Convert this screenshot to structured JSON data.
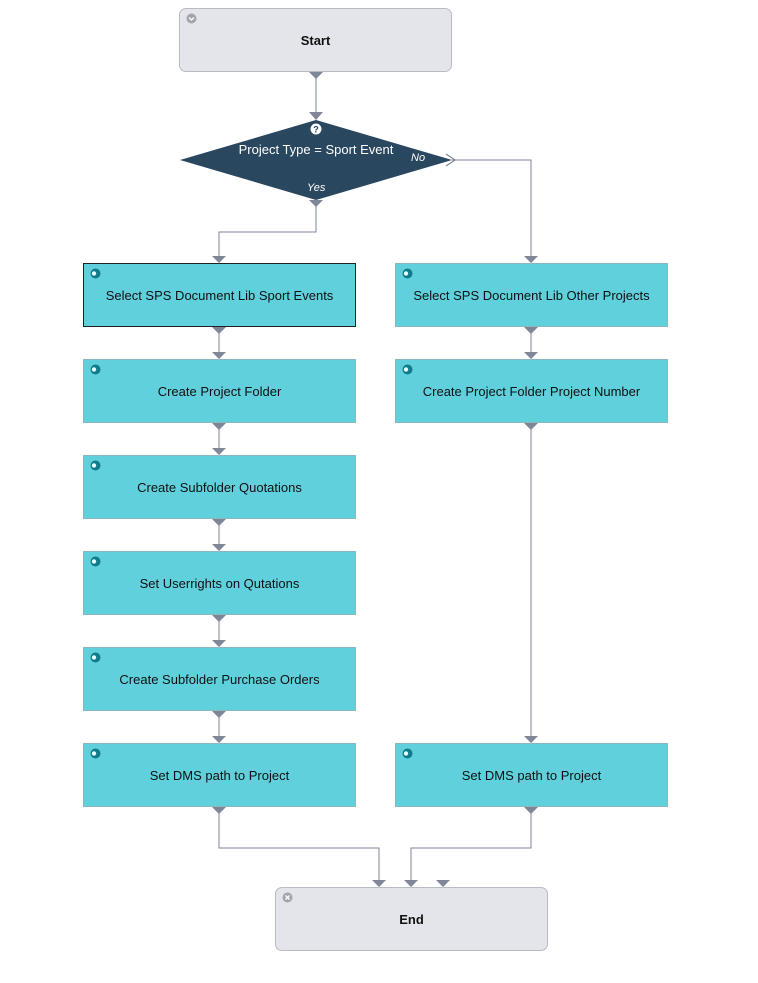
{
  "nodes": {
    "start": "Start",
    "decision": "Project Type = Sport Event",
    "branch_yes": "Yes",
    "branch_no": "No",
    "left": [
      "Select SPS Document Lib Sport Events",
      "Create Project Folder",
      "Create Subfolder Quotations",
      "Set Userrights on Qutations",
      "Create Subfolder Purchase Orders",
      "Set DMS path to Project"
    ],
    "right": [
      "Select SPS Document Lib Other Projects",
      "Create Project Folder Project Number",
      "Set DMS path to Project"
    ],
    "end": "End"
  },
  "icons": {
    "terminal": "circle-chevron-icon",
    "decision": "question-icon",
    "action": "sharepoint-action-icon"
  },
  "colors": {
    "terminal_fill": "#e4e5ea",
    "decision_fill": "#2a4760",
    "action_fill": "#5fd0dc",
    "connector": "#7e8698"
  }
}
